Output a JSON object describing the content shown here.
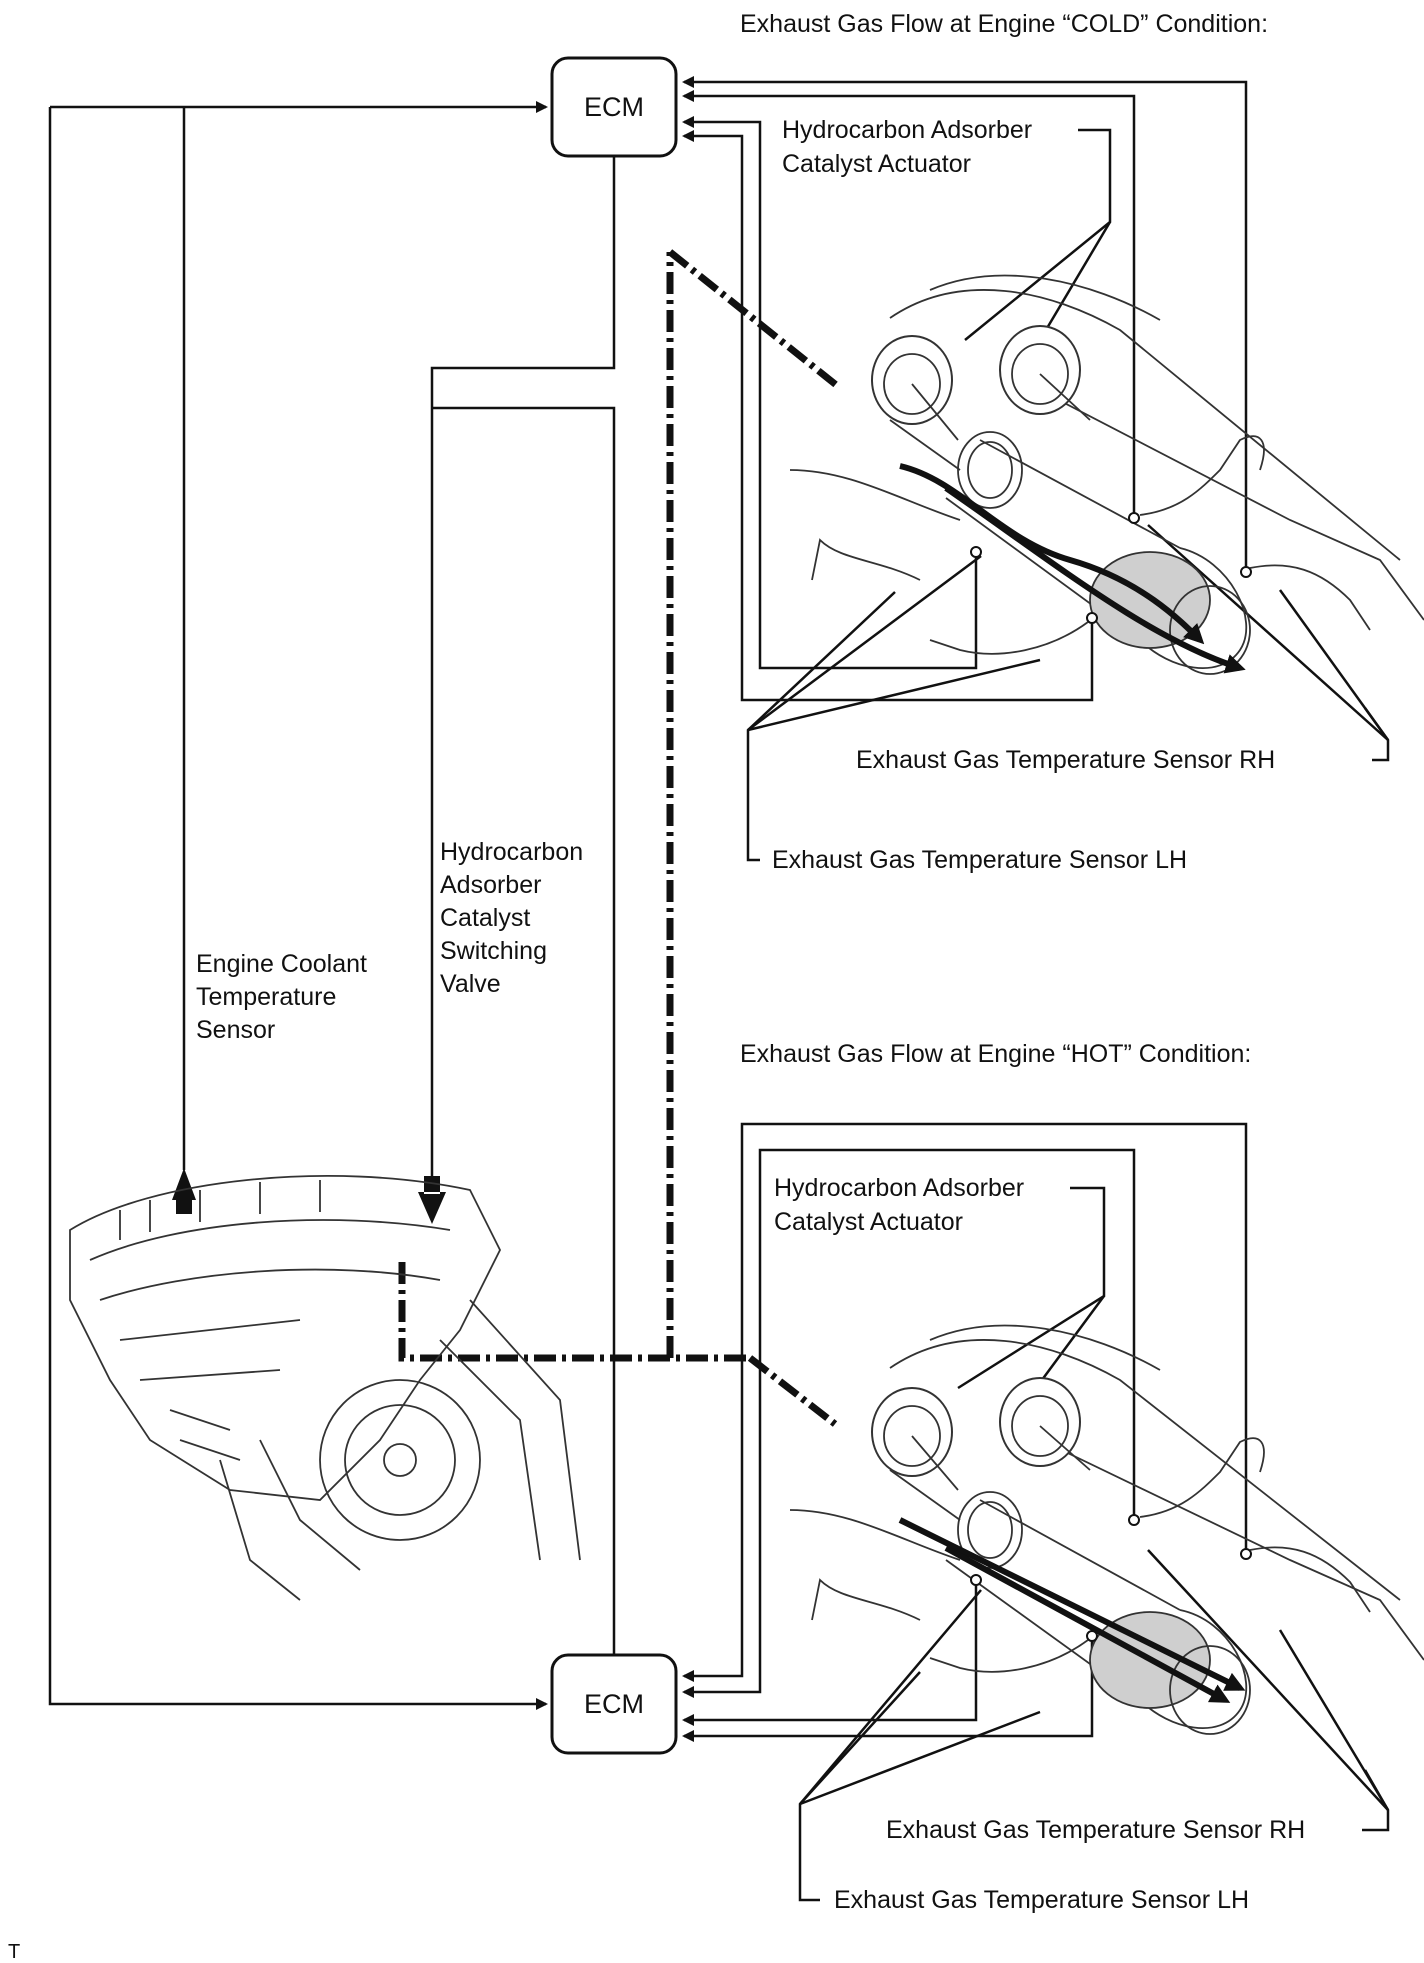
{
  "top_panel": {
    "title": "Exhaust Gas Flow at Engine “COLD” Condition:",
    "actuator_label_line1": "Hydrocarbon Adsorber",
    "actuator_label_line2": "Catalyst Actuator",
    "sensor_rh_label": "Exhaust Gas Temperature Sensor RH",
    "sensor_lh_label": "Exhaust Gas Temperature Sensor LH"
  },
  "bottom_panel": {
    "title": "Exhaust Gas Flow at Engine “HOT” Condition:",
    "actuator_label_line1": "Hydrocarbon Adsorber",
    "actuator_label_line2": "Catalyst Actuator",
    "sensor_rh_label": "Exhaust Gas Temperature Sensor RH",
    "sensor_lh_label": "Exhaust Gas Temperature Sensor LH"
  },
  "ecm_top_label": "ECM",
  "ecm_bottom_label": "ECM",
  "engine_coolant_sensor_label": [
    "Engine Coolant",
    "Temperature",
    "Sensor"
  ],
  "switching_valve_label": [
    "Hydrocarbon",
    "Adsorber",
    "Catalyst",
    "Switching",
    "Valve"
  ],
  "figure_code": "T"
}
